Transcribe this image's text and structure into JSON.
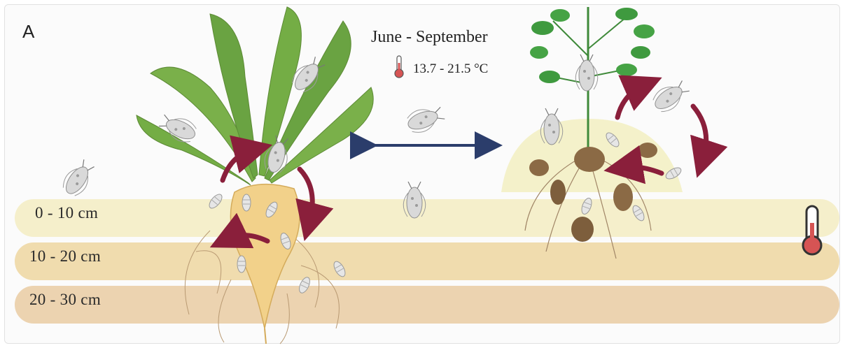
{
  "panel": {
    "letter": "A",
    "season": "June - September",
    "temperature_range": "13.7 - 21.5 °C"
  },
  "soil_layers": [
    {
      "depth": "0 - 10 cm"
    },
    {
      "depth": "10 - 20 cm"
    },
    {
      "depth": "20 - 30 cm"
    }
  ],
  "icons": {
    "thermometer_small": "thermometer-icon",
    "thermometer_large": "thermometer-icon",
    "exchange_arrow": "double-arrow",
    "cycle_arrows": "circular-arrows"
  },
  "colors": {
    "band_top": "#f5efcb",
    "band_mid": "#f0dcae",
    "band_bottom": "#ecd3b0",
    "arrow_red": "#8a1f3b",
    "arrow_navy": "#2b3d6b",
    "beet_root": "#f2d18a",
    "leaf_green": "#6aa342"
  }
}
